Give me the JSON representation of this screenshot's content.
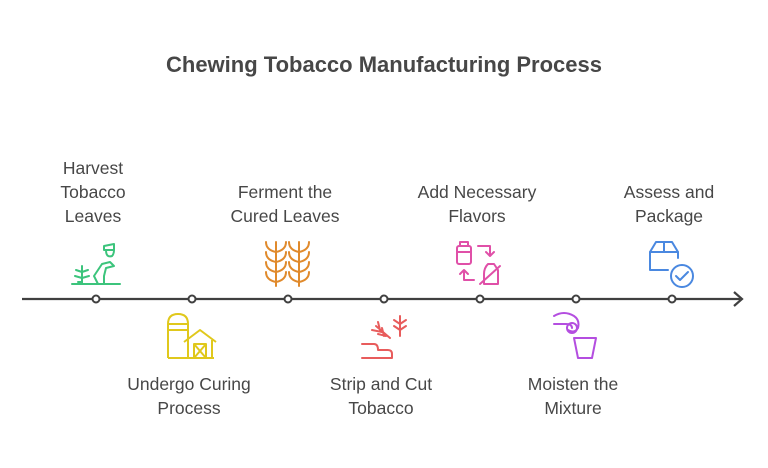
{
  "title": "Chewing Tobacco Manufacturing Process",
  "steps": [
    {
      "label": "Harvest Tobacco Leaves",
      "lines": [
        "Harvest",
        "Tobacco",
        "Leaves"
      ],
      "icon": "farmer-harvest-icon",
      "color": "#3cc47c",
      "position": "above"
    },
    {
      "label": "Undergo Curing Process",
      "lines": [
        "Undergo Curing",
        "Process"
      ],
      "icon": "barn-silo-icon",
      "color": "#e0c81c",
      "position": "below"
    },
    {
      "label": "Ferment the Cured Leaves",
      "lines": [
        "Ferment the",
        "Cured Leaves"
      ],
      "icon": "wheat-icon",
      "color": "#e08a2c",
      "position": "above"
    },
    {
      "label": "Strip and Cut Tobacco",
      "lines": [
        "Strip and Cut",
        "Tobacco"
      ],
      "icon": "hand-herbs-icon",
      "color": "#e85c5c",
      "position": "below"
    },
    {
      "label": "Add Necessary Flavors",
      "lines": [
        "Add Necessary",
        "Flavors"
      ],
      "icon": "refill-cycle-icon",
      "color": "#e050a8",
      "position": "above"
    },
    {
      "label": "Moisten the Mixture",
      "lines": [
        "Moisten the",
        "Mixture"
      ],
      "icon": "hand-cup-icon",
      "color": "#b44ee0",
      "position": "below"
    },
    {
      "label": "Assess and Package",
      "lines": [
        "Assess and",
        "Package"
      ],
      "icon": "package-check-icon",
      "color": "#4a88e0",
      "position": "above"
    }
  ],
  "colors": {
    "line": "#404040",
    "text": "#474747"
  }
}
